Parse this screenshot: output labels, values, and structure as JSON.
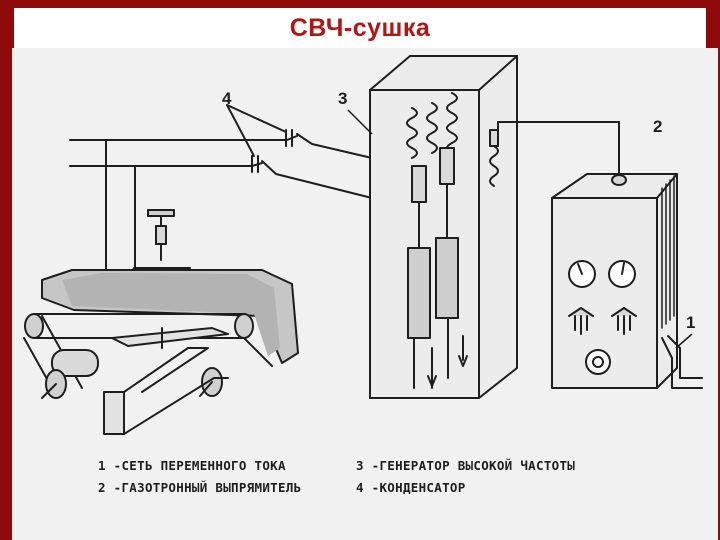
{
  "slide": {
    "title": "СВЧ-сушка"
  },
  "diagram": {
    "callouts": {
      "c1": "1",
      "c2": "2",
      "c3": "3",
      "c4": "4"
    },
    "legend": [
      "1 -СЕТЬ ПЕРЕМЕННОГО ТОКА",
      "3 -ГЕНЕРАТОР ВЫСОКОЙ ЧАСТОТЫ",
      "2 -ГАЗОТРОННЫЙ ВЫПРЯМИТЕЛЬ",
      "4 -КОНДЕНСАТОР"
    ]
  },
  "colors": {
    "frame": "#8f0a0a",
    "title": "#b31414",
    "paper": "#f1f1f1",
    "ink": "#1e1e1e"
  }
}
